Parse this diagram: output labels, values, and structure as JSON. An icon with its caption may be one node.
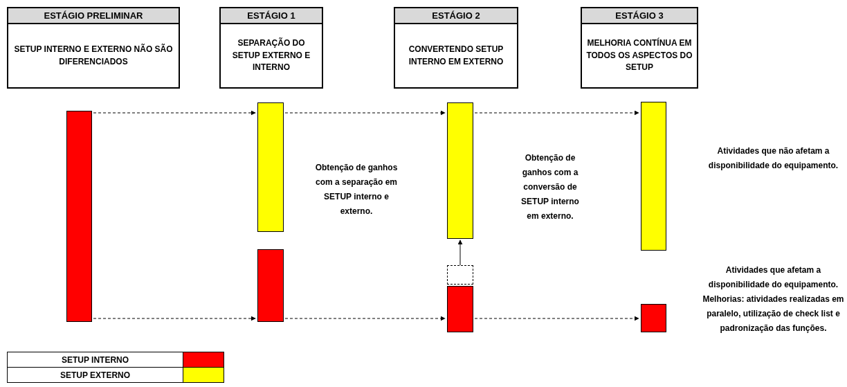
{
  "diagram": {
    "nodes": [
      {
        "text": [
          "ESTÁGIO PRELIMINAR",
          "SETUP INTERNO E EXTERNO NÃO SÃO DIFERENCIADOS"
        ]
      },
      {
        "text": [
          "ESTÁGIO 1",
          "SEPARAÇÃO DO SETUP EXTERNO E INTERNO"
        ]
      },
      {
        "text": [
          "ESTÁGIO 2",
          "CONVERTENDO SETUP INTERNO EM EXTERNO"
        ]
      },
      {
        "text": [
          "ESTÁGIO 3",
          "MELHORIA CONTÍNUA EM TODOS OS ASPECTOS DO SETUP"
        ]
      },
      {
        "text": [],
        "shape": "bar"
      },
      {
        "text": [],
        "shape": "bar"
      },
      {
        "text": [],
        "shape": "bar"
      },
      {
        "text": [],
        "shape": "bar"
      },
      {
        "text": [],
        "shape": "box"
      },
      {
        "text": [],
        "shape": "bar"
      },
      {
        "text": [],
        "shape": "bar"
      },
      {
        "text": [],
        "shape": "bar"
      }
    ],
    "edges": [
      {
        "from": 4,
        "to": 5,
        "arrow": "to",
        "style": "dashed"
      },
      {
        "from": 5,
        "to": 7,
        "arrow": "to",
        "style": "dashed"
      },
      {
        "from": 7,
        "to": 10,
        "arrow": "to",
        "style": "dashed"
      },
      {
        "from": 8,
        "to": 7,
        "arrow": "to"
      },
      {
        "from": 4,
        "to": 6,
        "arrow": "to",
        "style": "dashed"
      },
      {
        "from": 6,
        "to": 9,
        "arrow": "to",
        "style": "dashed"
      },
      {
        "from": 9,
        "to": 11,
        "arrow": "to",
        "style": "dashed"
      }
    ],
    "labels": [
      "Obtenção de ganhos com a separação em SETUP interno e externo.",
      "Obtenção de ganhos com a conversão de SETUP interno em externo.",
      "Atividades que não afetam a disponibilidade do equipamento.",
      "Atividades que afetam a disponibilidade do equipamento. Melhorias: atividades realizadas em paralelo, utilização de check list e padronização das funções."
    ],
    "legend": [
      {
        "text": "SETUP INTERNO",
        "color": "#ff0000"
      },
      {
        "text": "SETUP EXTERNO",
        "color": "#ffff00"
      }
    ]
  }
}
